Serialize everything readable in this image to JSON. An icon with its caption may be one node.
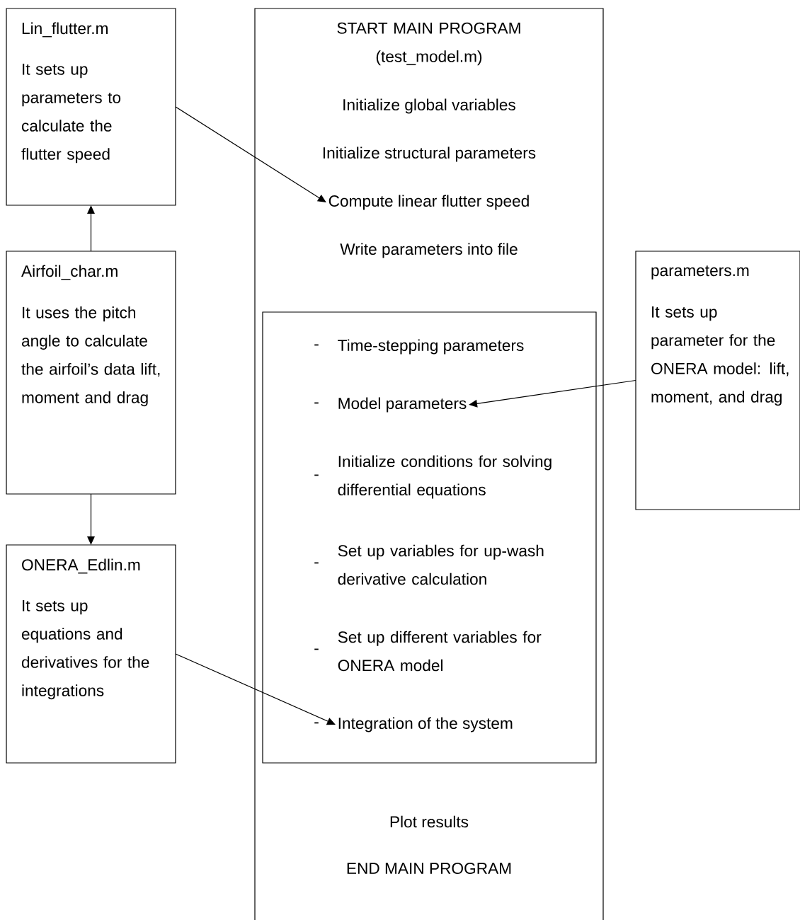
{
  "diagram": {
    "nodes": [
      {
        "text": [],
        "shape": "box"
      },
      {
        "text": [
          "START MAIN PROGRAM (test_model.m)"
        ],
        "in": 0
      },
      {
        "text": [
          "Initialize global variables"
        ],
        "in": 0
      },
      {
        "text": [
          "Initialize structural parameters"
        ],
        "in": 0
      },
      {
        "text": [
          "Compute linear flutter speed"
        ],
        "in": 0
      },
      {
        "text": [
          "Write parameters into file"
        ],
        "in": 0
      },
      {
        "text": [],
        "shape": "box",
        "in": 0
      },
      {
        "text": [
          "-",
          "Time-stepping parameters"
        ],
        "in": 6
      },
      {
        "text": [
          "-",
          "Model parameters"
        ],
        "in": 6
      },
      {
        "text": [
          "-",
          "Initialize conditions for solving differential equations"
        ],
        "in": 6
      },
      {
        "text": [
          "-",
          "Set up variables for up-wash derivative calculation"
        ],
        "in": 6
      },
      {
        "text": [
          "-",
          "Set up different variables for ONERA model"
        ],
        "in": 6
      },
      {
        "text": [
          "-",
          "Integration of the system"
        ],
        "in": 6
      },
      {
        "text": [
          "Plot results"
        ],
        "in": 0
      },
      {
        "text": [
          "END MAIN PROGRAM"
        ],
        "in": 0
      },
      {
        "text": [
          "Lin_flutter.m",
          "It sets up parameters to calculate the flutter speed"
        ]
      },
      {
        "text": [
          "Airfoil_char.m",
          "It uses the pitch angle to calculate the airfoil’s data lift, moment and drag"
        ]
      },
      {
        "text": [
          "ONERA_Edlin.m",
          "It sets up equations and derivatives for the integrations"
        ]
      },
      {
        "text": [
          "parameters.m",
          "It sets up parameter for the ONERA model: lift, moment, and drag"
        ]
      }
    ],
    "edges": [
      {
        "from": 15,
        "to": 4,
        "arrow": "to"
      },
      {
        "from": 16,
        "to": 15,
        "arrow": "to"
      },
      {
        "from": 16,
        "to": 17,
        "arrow": "to"
      },
      {
        "from": 18,
        "to": 8,
        "arrow": "to"
      },
      {
        "from": 17,
        "to": 12,
        "arrow": "to"
      }
    ]
  }
}
